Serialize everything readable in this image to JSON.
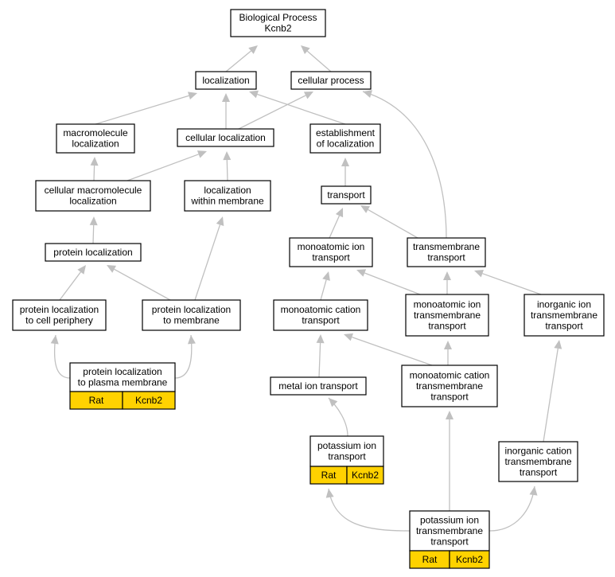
{
  "graph": {
    "colors": {
      "edge": "#c0c0c0",
      "annotation_fill": "#ffd200",
      "node_fill": "#ffffff",
      "node_stroke": "#000000"
    },
    "nodes": [
      {
        "id": "root",
        "lines": [
          "Biological Process",
          "Kcnb2"
        ]
      },
      {
        "id": "localization",
        "lines": [
          "localization"
        ]
      },
      {
        "id": "cellular_process",
        "lines": [
          "cellular process"
        ]
      },
      {
        "id": "macromolecule_localization",
        "lines": [
          "macromolecule",
          "localization"
        ]
      },
      {
        "id": "cellular_localization",
        "lines": [
          "cellular localization"
        ]
      },
      {
        "id": "establishment_of_localization",
        "lines": [
          "establishment",
          "of localization"
        ]
      },
      {
        "id": "cellular_macromolecule_localization",
        "lines": [
          "cellular macromolecule",
          "localization"
        ]
      },
      {
        "id": "localization_within_membrane",
        "lines": [
          "localization",
          "within membrane"
        ]
      },
      {
        "id": "transport",
        "lines": [
          "transport"
        ]
      },
      {
        "id": "protein_localization",
        "lines": [
          "protein localization"
        ]
      },
      {
        "id": "monoatomic_ion_transport",
        "lines": [
          "monoatomic ion",
          "transport"
        ]
      },
      {
        "id": "transmembrane_transport",
        "lines": [
          "transmembrane",
          "transport"
        ]
      },
      {
        "id": "protein_localization_to_cell_periphery",
        "lines": [
          "protein localization",
          "to cell periphery"
        ]
      },
      {
        "id": "protein_localization_to_membrane",
        "lines": [
          "protein localization",
          "to membrane"
        ]
      },
      {
        "id": "monoatomic_cation_transport",
        "lines": [
          "monoatomic cation",
          "transport"
        ]
      },
      {
        "id": "monoatomic_ion_transmembrane_transport",
        "lines": [
          "monoatomic ion",
          "transmembrane",
          "transport"
        ]
      },
      {
        "id": "inorganic_ion_transmembrane_transport",
        "lines": [
          "inorganic ion",
          "transmembrane",
          "transport"
        ]
      },
      {
        "id": "protein_localization_to_plasma_membrane",
        "lines": [
          "protein localization",
          "to plasma membrane"
        ],
        "annotation": [
          "Rat",
          "Kcnb2"
        ]
      },
      {
        "id": "metal_ion_transport",
        "lines": [
          "metal ion transport"
        ]
      },
      {
        "id": "monoatomic_cation_transmembrane_transport",
        "lines": [
          "monoatomic cation",
          "transmembrane",
          "transport"
        ]
      },
      {
        "id": "potassium_ion_transport",
        "lines": [
          "potassium ion",
          "transport"
        ],
        "annotation": [
          "Rat",
          "Kcnb2"
        ]
      },
      {
        "id": "inorganic_cation_transmembrane_transport",
        "lines": [
          "inorganic cation",
          "transmembrane",
          "transport"
        ]
      },
      {
        "id": "potassium_ion_transmembrane_transport",
        "lines": [
          "potassium ion",
          "transmembrane",
          "transport"
        ],
        "annotation": [
          "Rat",
          "Kcnb2"
        ]
      }
    ],
    "edges": [
      {
        "from": "localization",
        "to": "root"
      },
      {
        "from": "cellular_process",
        "to": "root"
      },
      {
        "from": "macromolecule_localization",
        "to": "localization"
      },
      {
        "from": "cellular_localization",
        "to": "localization"
      },
      {
        "from": "establishment_of_localization",
        "to": "localization"
      },
      {
        "from": "cellular_localization",
        "to": "cellular_process"
      },
      {
        "from": "transmembrane_transport",
        "to": "cellular_process"
      },
      {
        "from": "cellular_macromolecule_localization",
        "to": "macromolecule_localization"
      },
      {
        "from": "cellular_macromolecule_localization",
        "to": "cellular_localization"
      },
      {
        "from": "localization_within_membrane",
        "to": "cellular_localization"
      },
      {
        "from": "transport",
        "to": "establishment_of_localization"
      },
      {
        "from": "protein_localization",
        "to": "cellular_macromolecule_localization"
      },
      {
        "from": "protein_localization_to_membrane",
        "to": "localization_within_membrane"
      },
      {
        "from": "monoatomic_ion_transport",
        "to": "transport"
      },
      {
        "from": "transmembrane_transport",
        "to": "transport"
      },
      {
        "from": "protein_localization_to_cell_periphery",
        "to": "protein_localization"
      },
      {
        "from": "protein_localization_to_membrane",
        "to": "protein_localization"
      },
      {
        "from": "monoatomic_cation_transport",
        "to": "monoatomic_ion_transport"
      },
      {
        "from": "monoatomic_ion_transmembrane_transport",
        "to": "monoatomic_ion_transport"
      },
      {
        "from": "monoatomic_ion_transmembrane_transport",
        "to": "transmembrane_transport"
      },
      {
        "from": "inorganic_ion_transmembrane_transport",
        "to": "transmembrane_transport"
      },
      {
        "from": "protein_localization_to_plasma_membrane",
        "to": "protein_localization_to_cell_periphery"
      },
      {
        "from": "protein_localization_to_plasma_membrane",
        "to": "protein_localization_to_membrane"
      },
      {
        "from": "metal_ion_transport",
        "to": "monoatomic_cation_transport"
      },
      {
        "from": "monoatomic_cation_transmembrane_transport",
        "to": "monoatomic_cation_transport"
      },
      {
        "from": "monoatomic_cation_transmembrane_transport",
        "to": "monoatomic_ion_transmembrane_transport"
      },
      {
        "from": "potassium_ion_transport",
        "to": "metal_ion_transport"
      },
      {
        "from": "inorganic_cation_transmembrane_transport",
        "to": "inorganic_ion_transmembrane_transport"
      },
      {
        "from": "potassium_ion_transmembrane_transport",
        "to": "potassium_ion_transport"
      },
      {
        "from": "potassium_ion_transmembrane_transport",
        "to": "monoatomic_cation_transmembrane_transport"
      },
      {
        "from": "potassium_ion_transmembrane_transport",
        "to": "inorganic_cation_transmembrane_transport"
      }
    ]
  }
}
